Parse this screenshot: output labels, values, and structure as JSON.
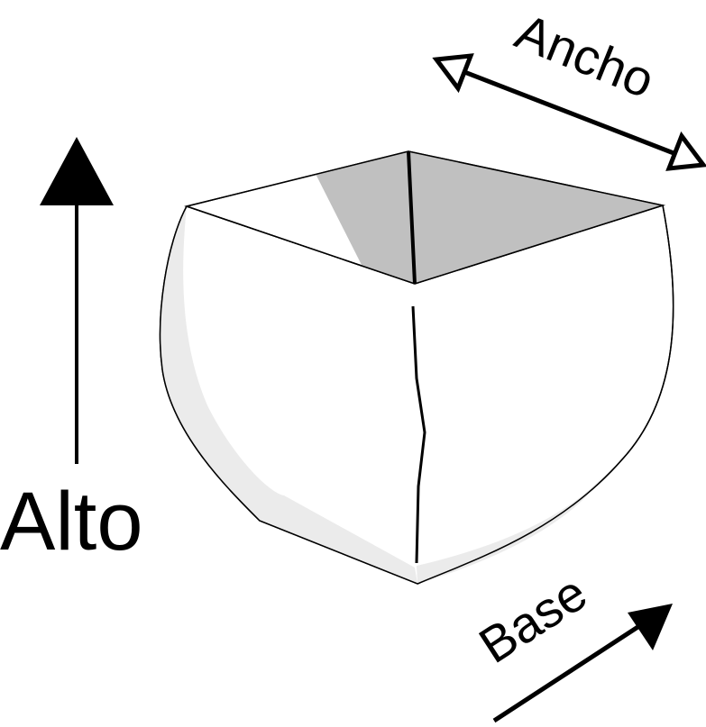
{
  "labels": {
    "height": "Alto",
    "width": "Ancho",
    "base": "Base"
  },
  "colors": {
    "stroke": "#000000",
    "inner_shade": "#c0c0c0",
    "side_shade": "#ebebeb",
    "fill": "#ffffff"
  }
}
